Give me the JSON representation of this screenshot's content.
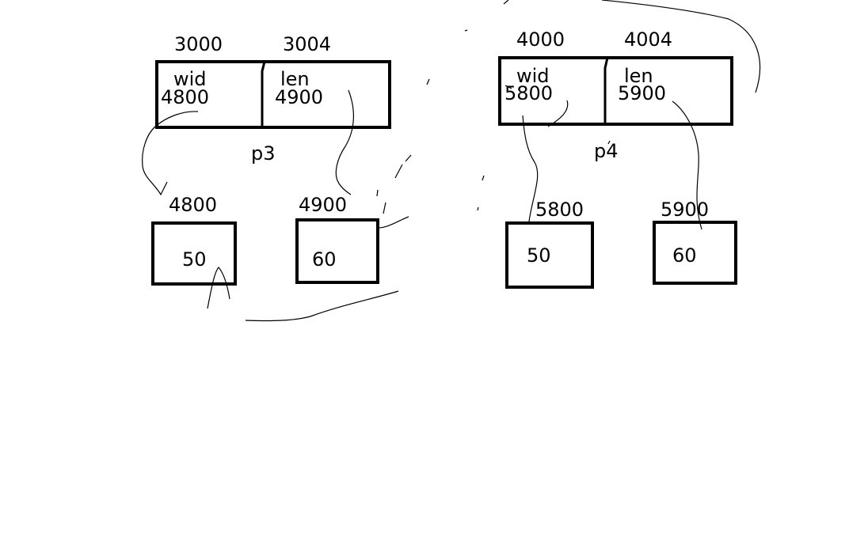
{
  "structs": [
    {
      "name": "p3",
      "fields": [
        {
          "address": "3000",
          "field": "wid",
          "value": "4800"
        },
        {
          "address": "3004",
          "field": "len",
          "value": "4900"
        }
      ]
    },
    {
      "name": "p4",
      "fields": [
        {
          "address": "4000",
          "field": "wid",
          "value": "5800"
        },
        {
          "address": "4004",
          "field": "len",
          "value": "5900"
        }
      ]
    }
  ],
  "cells": [
    {
      "address": "4800",
      "value": "50"
    },
    {
      "address": "4900",
      "value": "60"
    },
    {
      "address": "5800",
      "value": "50"
    },
    {
      "address": "5900",
      "value": "60"
    }
  ]
}
